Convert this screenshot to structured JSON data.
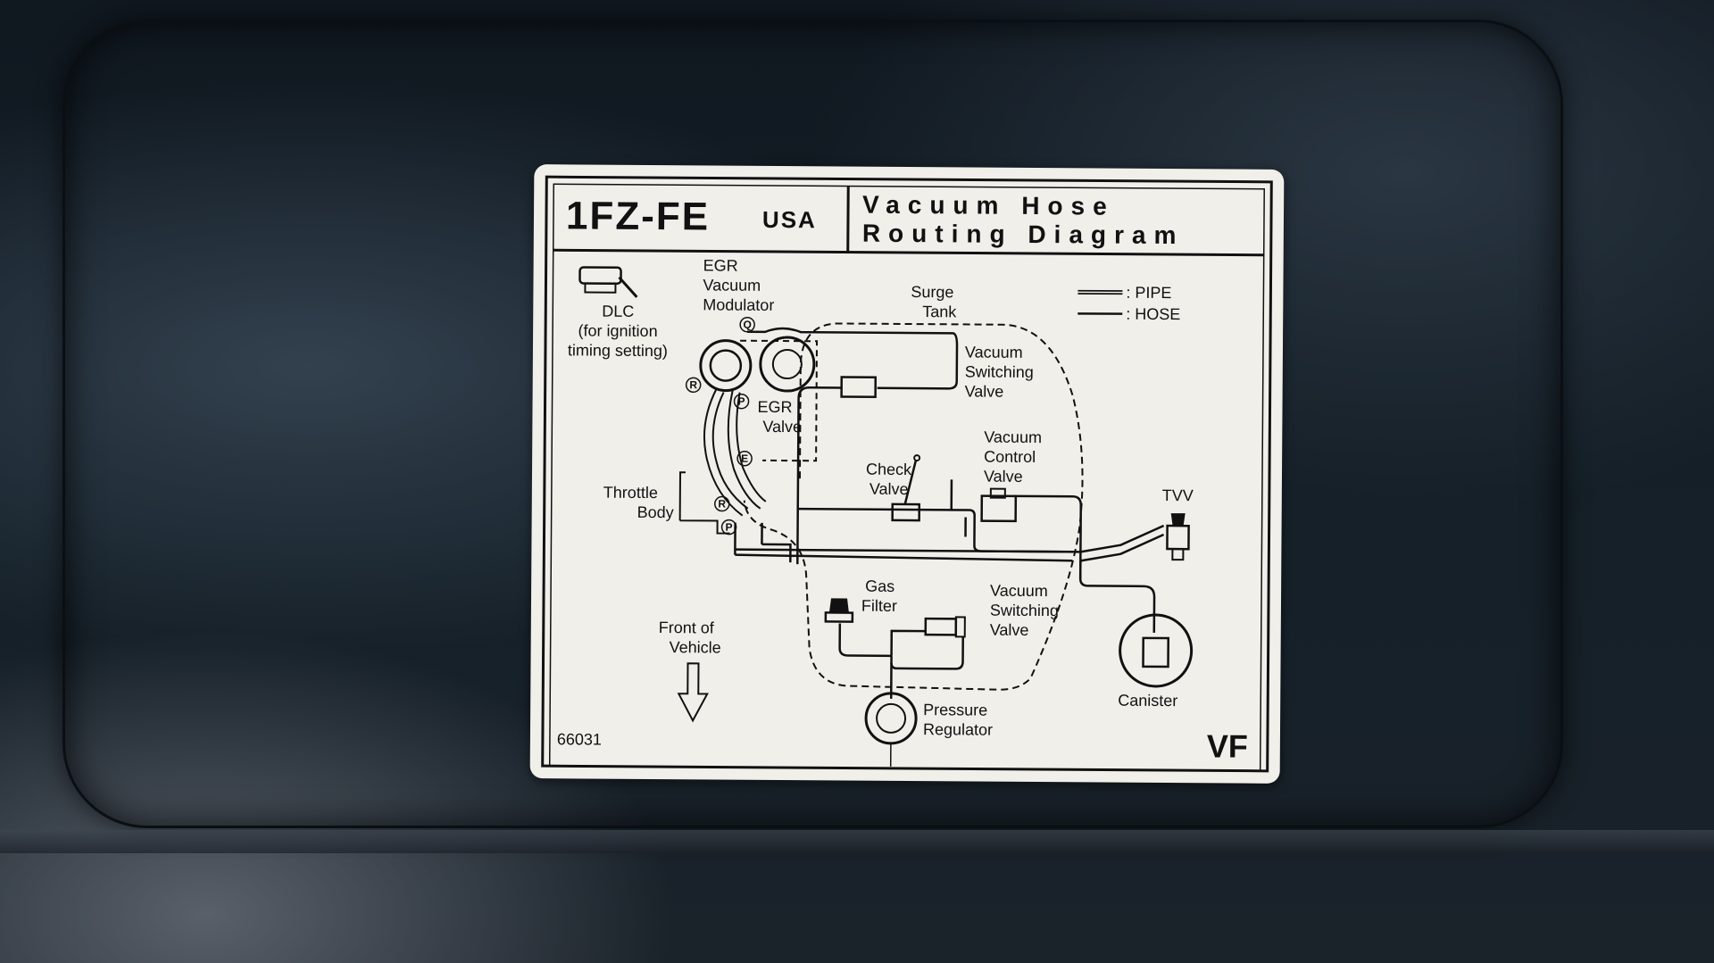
{
  "header": {
    "engine": "1FZ-FE",
    "market": "USA",
    "title_line1": "Vacuum Hose",
    "title_line2": "Routing Diagram"
  },
  "legend": {
    "pipe": ": PIPE",
    "hose": ": HOSE"
  },
  "components": {
    "dlc": {
      "line1": "DLC",
      "line2": "(for ignition",
      "line3": "timing setting)"
    },
    "egr_vacuum_modulator": {
      "line1": "EGR",
      "line2": "Vacuum",
      "line3": "Modulator"
    },
    "egr_valve": {
      "line1": "EGR",
      "line2": "Valve"
    },
    "surge_tank": {
      "line1": "Surge",
      "line2": "Tank"
    },
    "vsv_upper": {
      "line1": "Vacuum",
      "line2": "Switching",
      "line3": "Valve"
    },
    "vacuum_control_valve": {
      "line1": "Vacuum",
      "line2": "Control",
      "line3": "Valve"
    },
    "check_valve": {
      "line1": "Check",
      "line2": "Valve"
    },
    "throttle_body": {
      "line1": "Throttle",
      "line2": "Body"
    },
    "tvv": {
      "line1": "TVV"
    },
    "gas_filter": {
      "line1": "Gas",
      "line2": "Filter"
    },
    "vsv_lower": {
      "line1": "Vacuum",
      "line2": "Switching",
      "line3": "Valve"
    },
    "canister": {
      "line1": "Canister"
    },
    "front_of_vehicle": {
      "line1": "Front of",
      "line2": "Vehicle"
    },
    "pressure_regulator": {
      "line1": "Pressure",
      "line2": "Regulator"
    }
  },
  "port_letters": {
    "q": "Q",
    "r": "R",
    "p": "P",
    "e": "E"
  },
  "footer": {
    "code": "66031",
    "mark": "VF"
  }
}
